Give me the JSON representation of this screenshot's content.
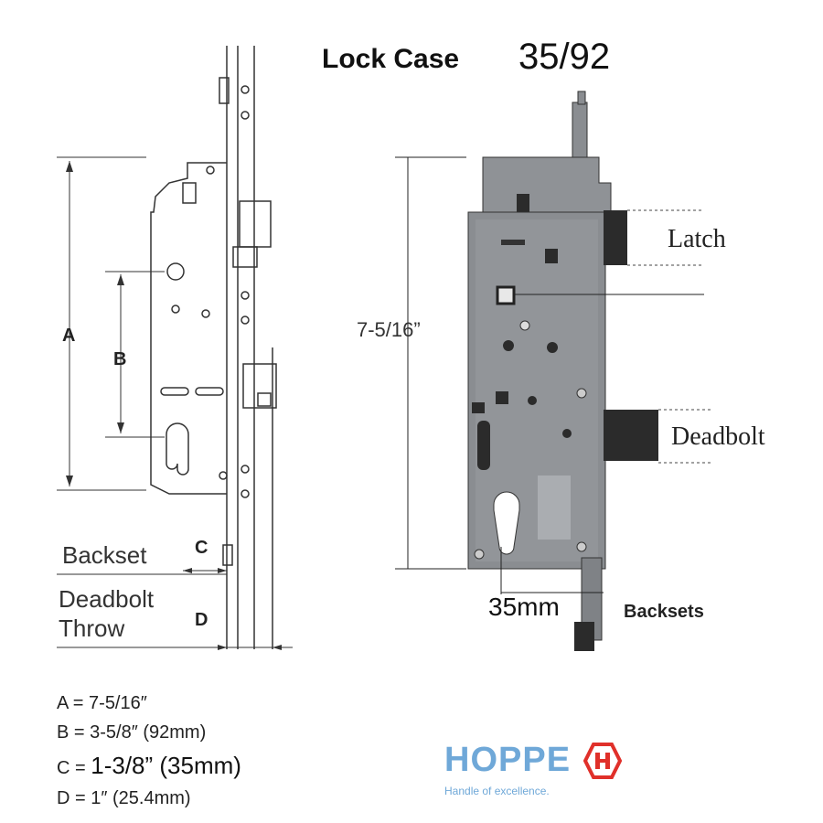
{
  "title": {
    "bold": "Lock Case",
    "number": "35/92"
  },
  "left_diagram": {
    "dim_a": "A",
    "dim_b": "B",
    "dim_c": "C",
    "dim_d": "D",
    "backset_label": "Backset",
    "deadbolt_label_1": "Deadbolt",
    "deadbolt_label_2": "Throw"
  },
  "right_diagram": {
    "height_label": "7-5/16”",
    "latch_label": "Latch",
    "deadbolt_label": "Deadbolt",
    "backset_value": "35mm",
    "backsets_label": "Backsets"
  },
  "specs": [
    {
      "text": "A = 7-5/16″"
    },
    {
      "text": "B = 3-5/8″ (92mm)"
    },
    {
      "prefix": "C = ",
      "text": "1-3/8” (35mm)"
    },
    {
      "text": "D = 1″ (25.4mm)"
    }
  ],
  "brand": {
    "name": "HOPPE",
    "tagline": "Handle of excellence.",
    "color": "#6fa8d8",
    "accent": "#e0302a"
  }
}
